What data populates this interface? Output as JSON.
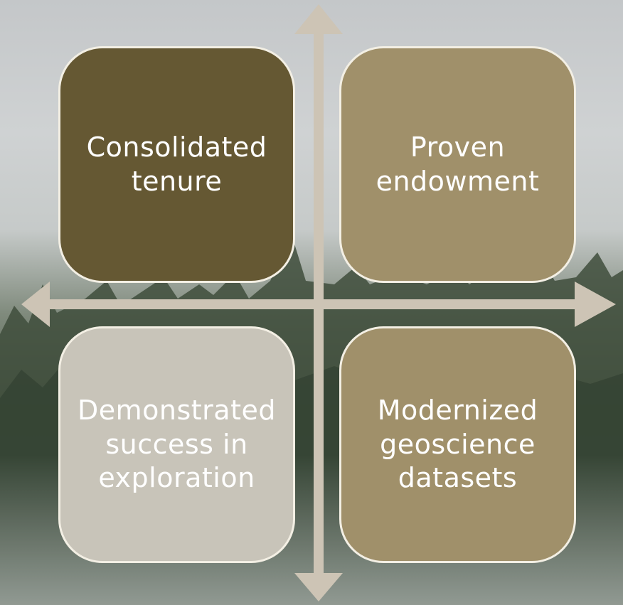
{
  "quadrants": [
    {
      "text": "Consolidated tenure",
      "color": "#655833"
    },
    {
      "text": "Proven endowment",
      "color": "#a0906a"
    },
    {
      "text": "Demonstrated success in exploration",
      "color": "#c8c4b9"
    },
    {
      "text": "Modernized geoscience datasets",
      "color": "#a0906a"
    }
  ],
  "arrow_color": "#cdc4b5",
  "background": "forest-and-sky-photo"
}
